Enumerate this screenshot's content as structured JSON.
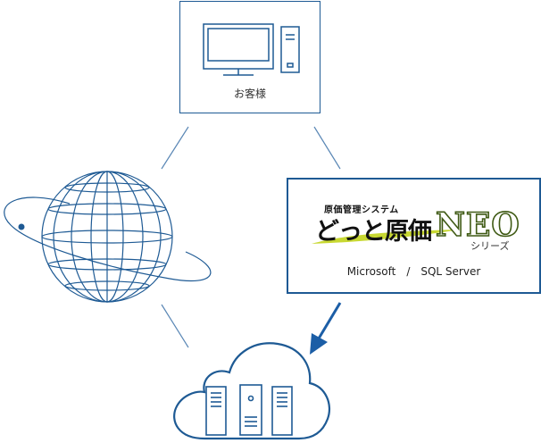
{
  "client": {
    "label": "お客様",
    "icon": "desktop-computer-icon"
  },
  "internet": {
    "icon": "globe-icon"
  },
  "product": {
    "tagline": "原価管理システム",
    "name": "どっと原価",
    "name_suffix": "NEO",
    "series": "シリーズ",
    "db_label": "Microsoft　/　SQL Server"
  },
  "cloud": {
    "icon": "cloud-server-icon"
  },
  "colors": {
    "line": "#1e5a94",
    "connector": "#5a87b5",
    "arrow": "#1c5ea6",
    "logo_green": "#c8d832"
  }
}
